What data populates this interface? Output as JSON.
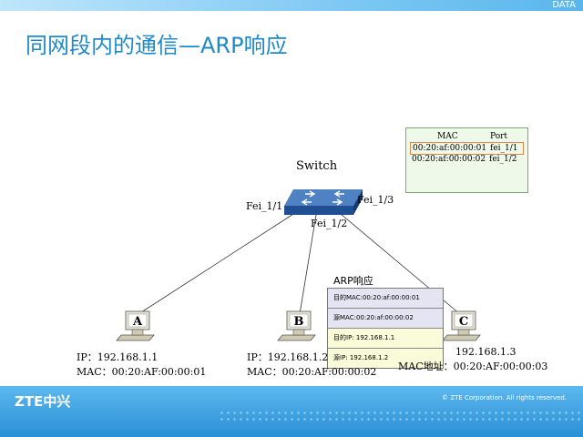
{
  "header": {
    "tag": "DATA"
  },
  "title": "同网段内的通信—ARP响应",
  "switch": {
    "label": "Switch",
    "ports": [
      "Fei_1/1",
      "Fei_1/2",
      "Fei_1/3"
    ]
  },
  "mac_table": {
    "headers": [
      "MAC",
      "Port"
    ],
    "rows": [
      {
        "mac": "00:20:af:00:00:01",
        "port": "fei_1/1",
        "highlighted": true
      },
      {
        "mac": "00:20:af:00:00:02",
        "port": "fei_1/2",
        "highlighted": false
      }
    ]
  },
  "packet": {
    "label": "ARP响应",
    "fields": [
      "目的MAC:00:20:af:00:00:01",
      "源MAC:00:20:af:00:00:02",
      "目的IP: 192.168.1.1",
      "源IP: 192.168.1.2"
    ]
  },
  "hosts": [
    {
      "name": "A",
      "ip_line": "IP：192.168.1.1",
      "mac_line": "MAC：00:20:AF:00:00:01"
    },
    {
      "name": "B",
      "ip_line": "IP：192.168.1.2",
      "mac_line": "MAC：00:20:AF:00:00:02"
    },
    {
      "name": "C",
      "ip_line": "192.168.1.3",
      "mac_line": "MAC地址：00:20:AF:00:00:03"
    }
  ],
  "footer": {
    "logo": "ZTE中兴",
    "copyright": "© ZTE Corporation. All rights reserved."
  },
  "colors": {
    "title": "#1f8ac9",
    "footer": "#2a8fd6",
    "table_bg": "#eef9ea",
    "highlight": "#e0894a"
  }
}
